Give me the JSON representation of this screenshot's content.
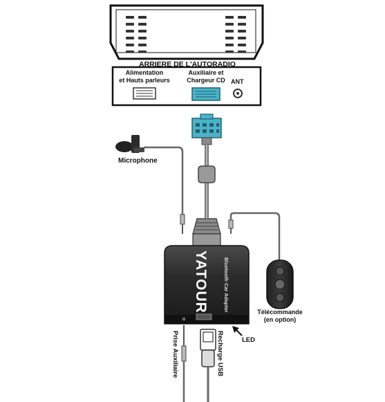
{
  "radio": {
    "title": "ARRIERE DE L'AUTORADIO",
    "power_label_1": "Alimentation",
    "power_label_2": "et Hauts parleurs",
    "aux_label_1": "Auxiliaire et",
    "aux_label_2": "Chargeur CD",
    "ant_label": "ANT"
  },
  "device": {
    "brand": "YATOUR",
    "subtitle": "Bluetooth Car Adapter"
  },
  "labels": {
    "microphone": "Microphone",
    "remote_1": "Télécommande",
    "remote_2": "(en option)",
    "led": "LED",
    "aux_jack": "Prise Auxiliaire",
    "usb_charge": "Recharge USB"
  },
  "colors": {
    "connector": "#4bb3c8",
    "device_body": "#2a2a2a",
    "cable": "#888888"
  }
}
